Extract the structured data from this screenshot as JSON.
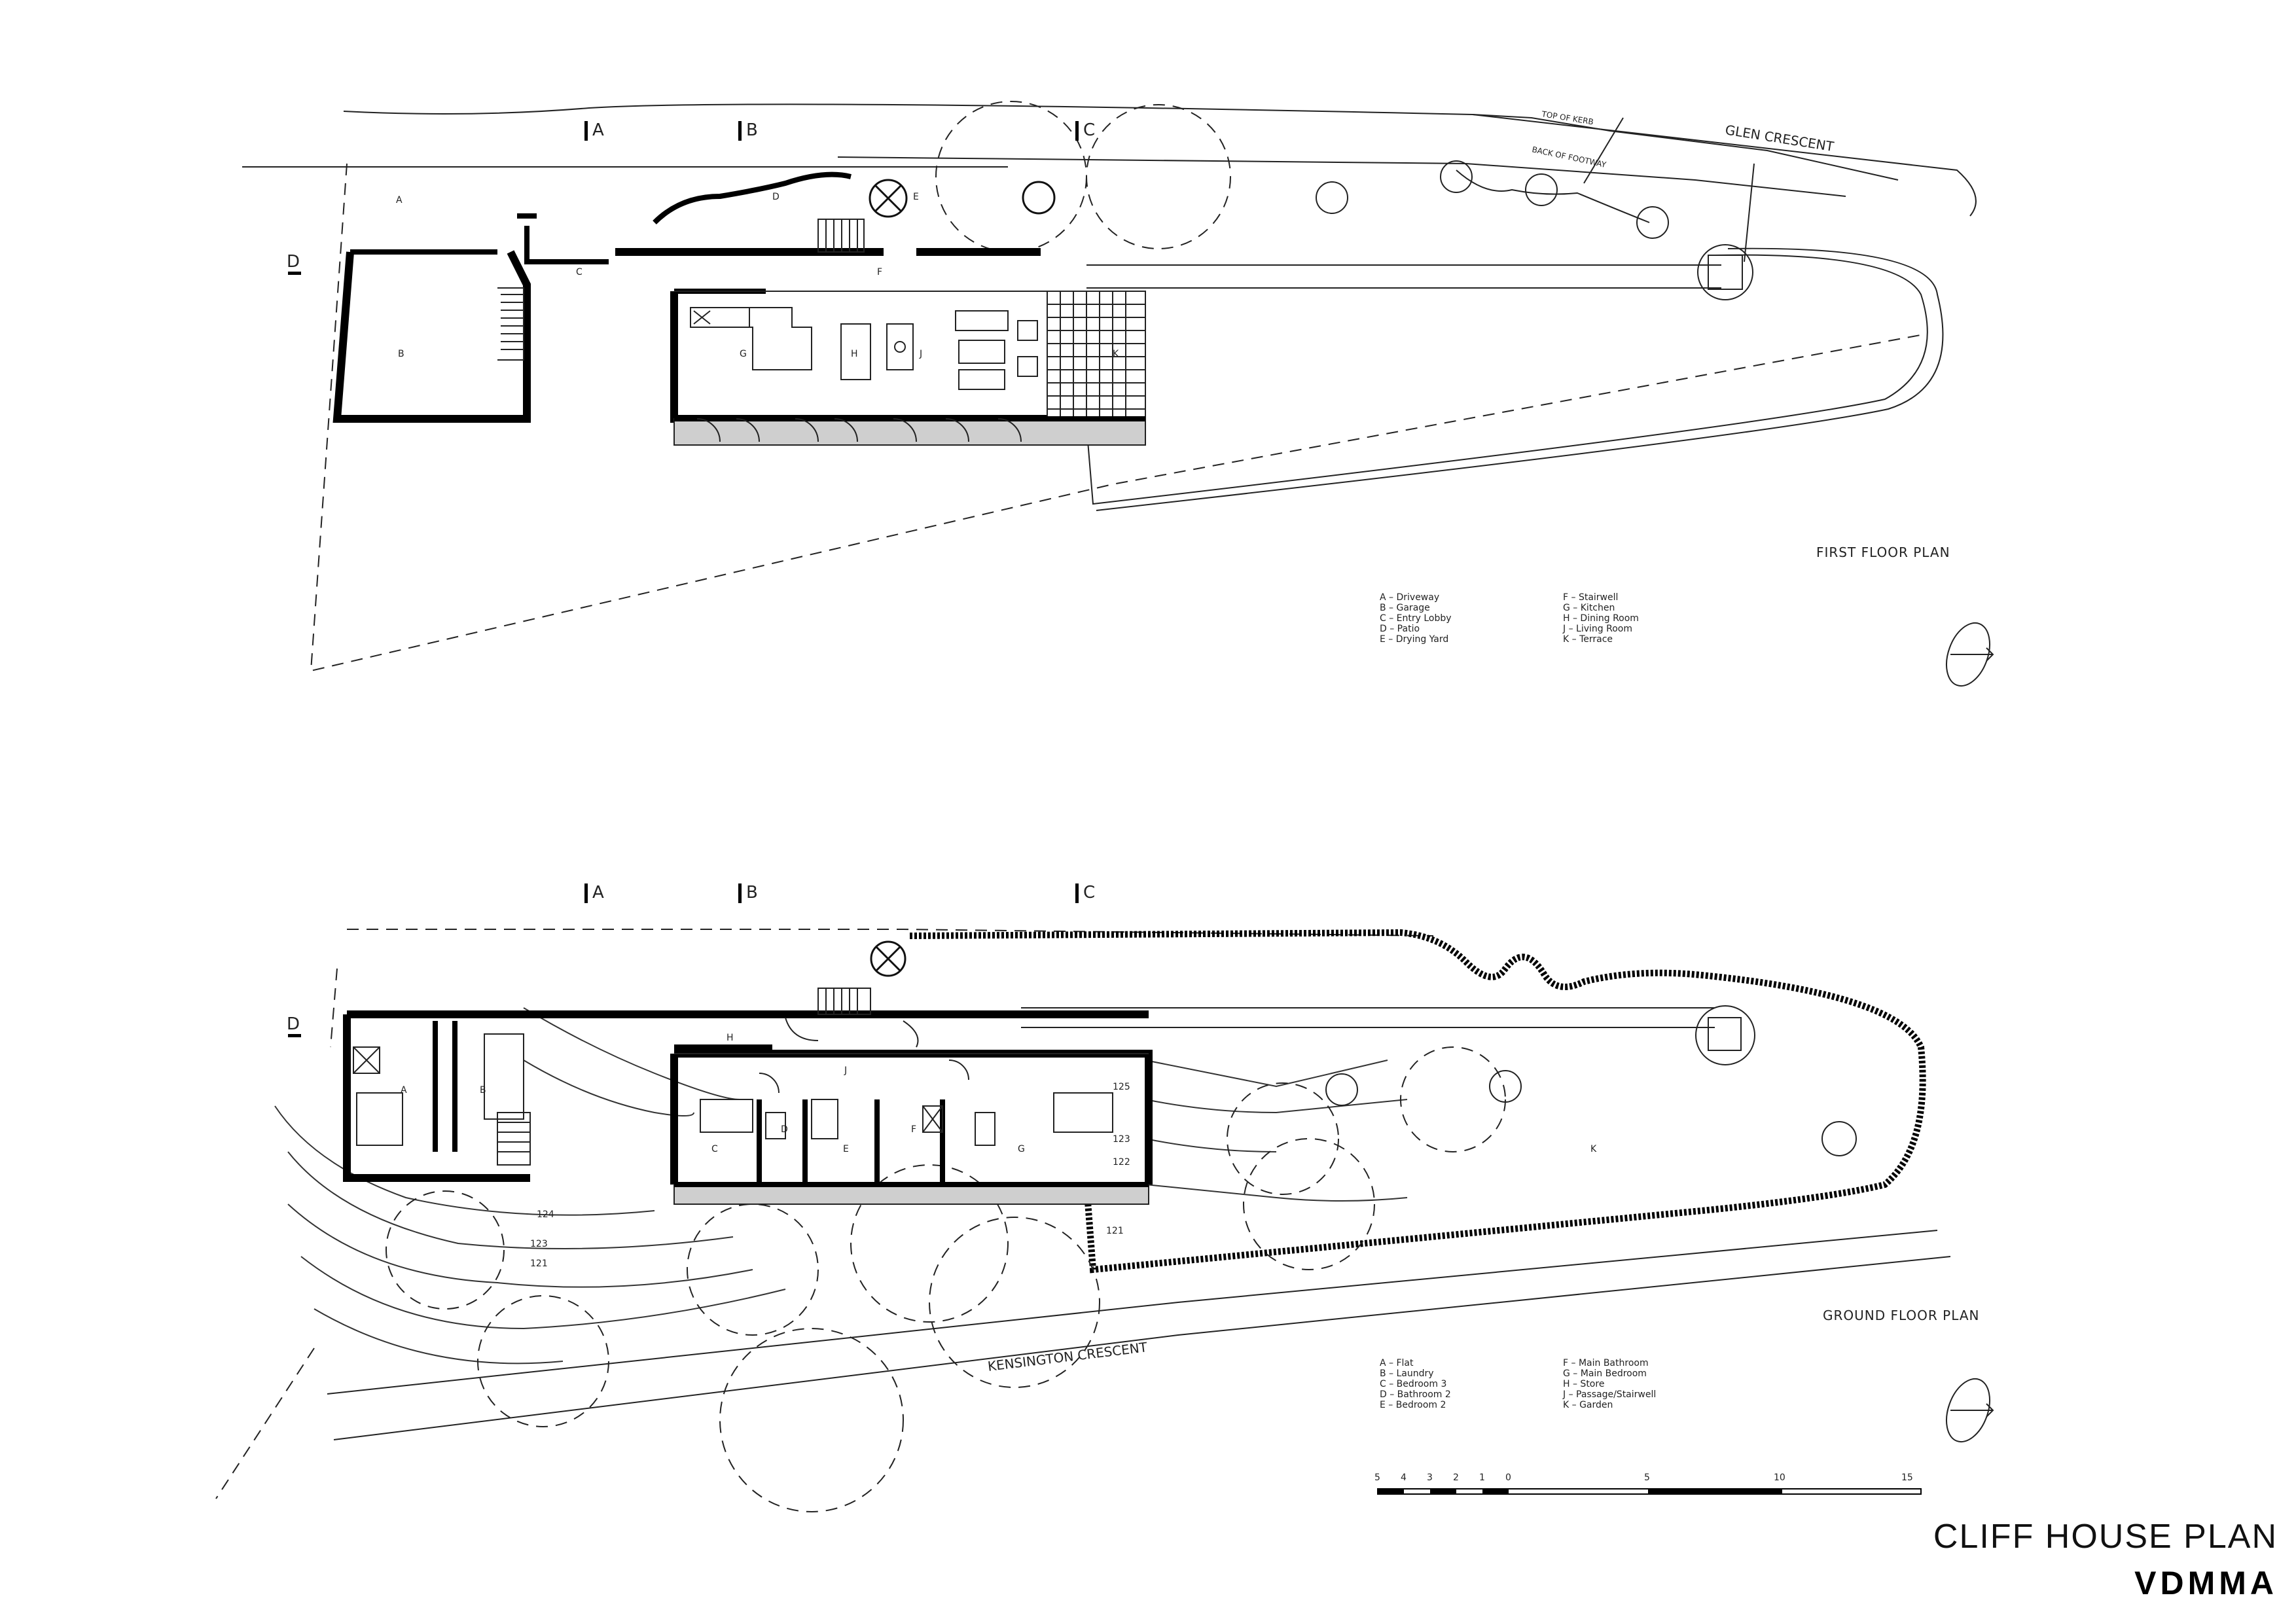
{
  "first_floor": {
    "title": "FIRST FLOOR PLAN",
    "legend_left": [
      "A – Driveway",
      "B – Garage",
      "C – Entry Lobby",
      "D – Patio",
      "E – Drying Yard"
    ],
    "legend_right": [
      "F – Stairwell",
      "G – Kitchen",
      "H – Dining Room",
      "J – Living Room",
      "K – Terrace"
    ],
    "room_letters": [
      "A",
      "B",
      "C",
      "D",
      "E",
      "F",
      "G",
      "H",
      "J",
      "K"
    ],
    "street_labels": {
      "street": "GLEN CRESCENT",
      "kerb": "TOP OF KERB",
      "footway": "BACK OF FOOTWAY"
    }
  },
  "ground_floor": {
    "title": "GROUND FLOOR PLAN",
    "legend_left": [
      "A – Flat",
      "B – Laundry",
      "C – Bedroom 3",
      "D – Bathroom 2",
      "E – Bedroom 2"
    ],
    "legend_right": [
      "F – Main Bathroom",
      "G – Main Bedroom",
      "H – Store",
      "J – Passage/Stairwell",
      "K – Garden"
    ],
    "room_letters": [
      "A",
      "B",
      "C",
      "D",
      "E",
      "F",
      "G",
      "H",
      "J",
      "K"
    ],
    "street_labels": {
      "street": "KENSINGTON CRESCENT"
    },
    "contour_labels": [
      "121",
      "122",
      "123",
      "124",
      "125"
    ]
  },
  "section_markers": [
    "A",
    "B",
    "C",
    "D"
  ],
  "scale_bar": {
    "ticks": [
      "5",
      "4",
      "3",
      "2",
      "1",
      "0",
      "5",
      "10",
      "15"
    ]
  },
  "title": {
    "project": "CLIFF HOUSE PLAN",
    "firm": "VDMMA"
  },
  "north_arrow_icon": "north-arrow-icon",
  "colors": {
    "ink": "#000000",
    "paper": "#ffffff",
    "glazing": "#cfcfcf"
  }
}
